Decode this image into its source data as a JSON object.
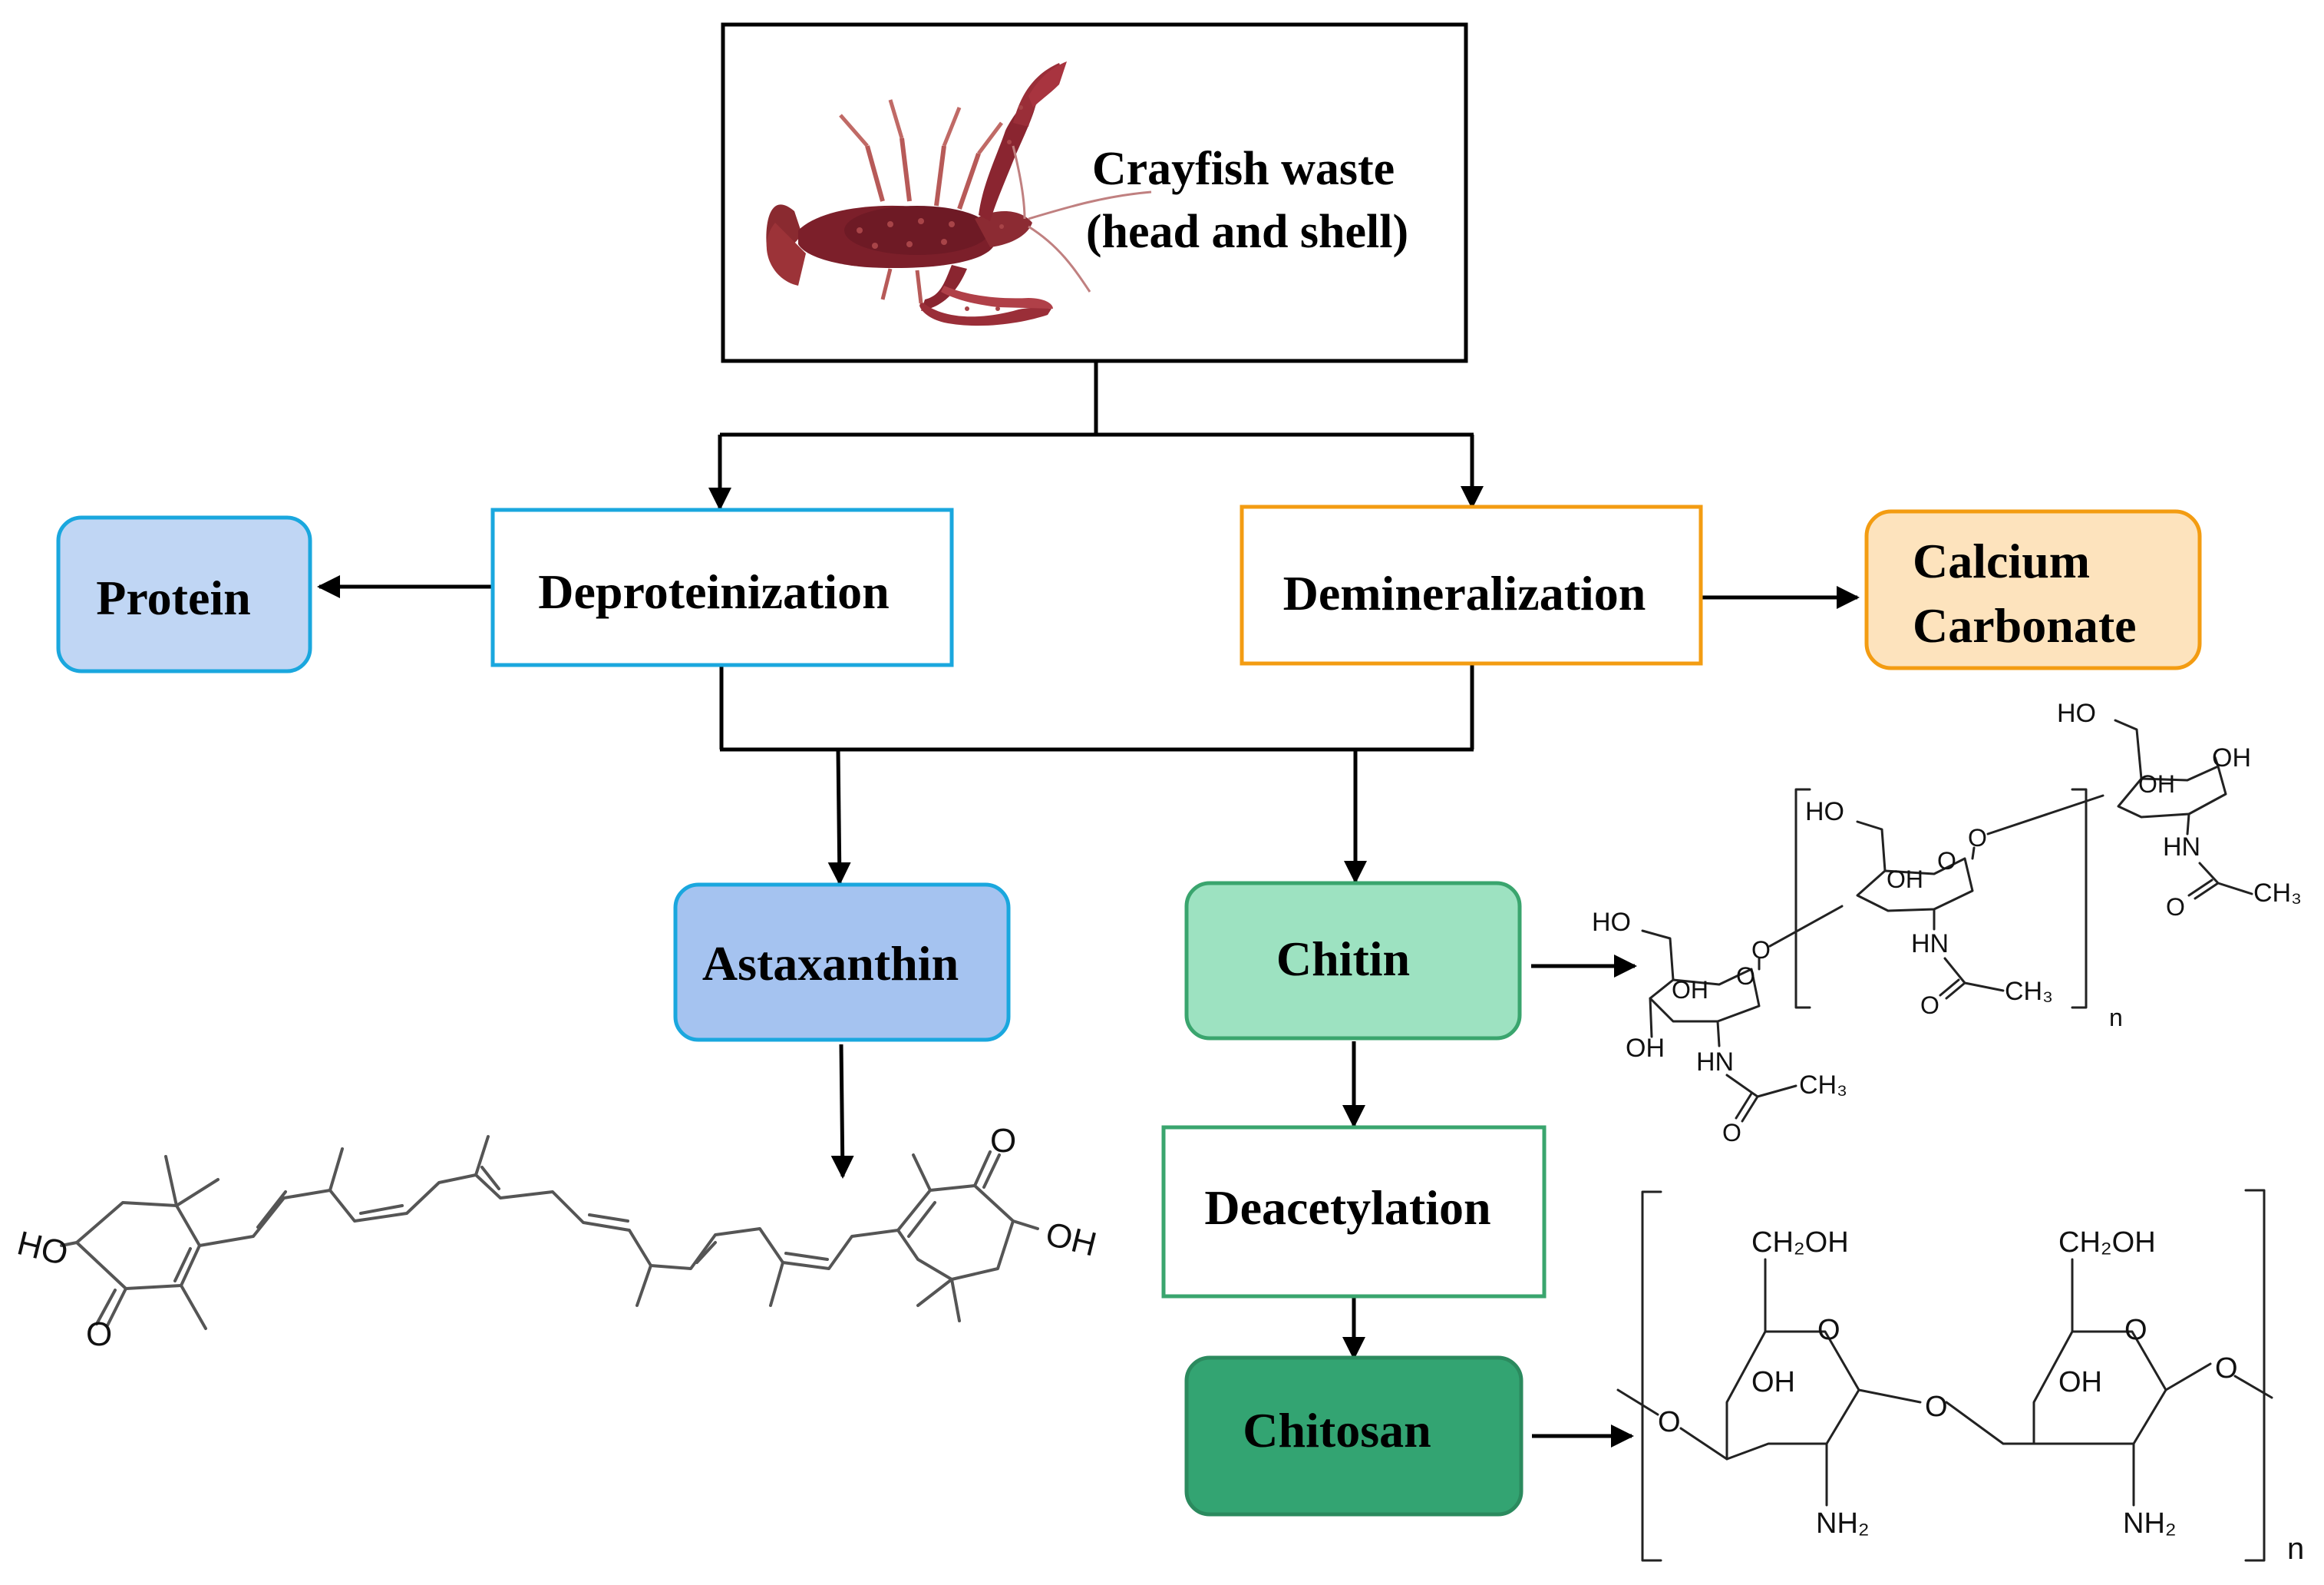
{
  "source": {
    "line1": "Crayfish waste",
    "line2": "(head and shell)"
  },
  "steps": {
    "deproteinization": "Deproteinization",
    "demineralization": "Demineralization",
    "deacetylation": "Deacetylation"
  },
  "products": {
    "protein": "Protein",
    "calcium_line1": "Calcium",
    "calcium_line2": "Carbonate",
    "astaxanthin": "Astaxanthin",
    "chitin": "Chitin",
    "chitosan": "Chitosan"
  },
  "chitin_structure": {
    "ho": "HO",
    "oh": "OH",
    "o": "O",
    "hn": "HN",
    "ch3": "CH₃",
    "n": "n"
  },
  "chitosan_structure": {
    "ch2oh": "CH₂OH",
    "oh": "OH",
    "o": "O",
    "nh2": "NH₂",
    "n": "n"
  },
  "astaxanthin_structure": {
    "ho": "HO",
    "oh": "OH",
    "o": "O"
  },
  "colors": {
    "blue_border": "#1aa7de",
    "protein_fill": "#c0d6f4",
    "astaxanthin_fill": "#a5c3f0",
    "orange_border": "#f39c12",
    "calcium_fill": "#fde3bd",
    "chitin_fill": "#9de2c1",
    "chitin_border": "#3aa56e",
    "deacetylation_border": "#3aa56e",
    "chitosan_fill": "#33a472",
    "chitosan_border": "#2b8a5e"
  }
}
